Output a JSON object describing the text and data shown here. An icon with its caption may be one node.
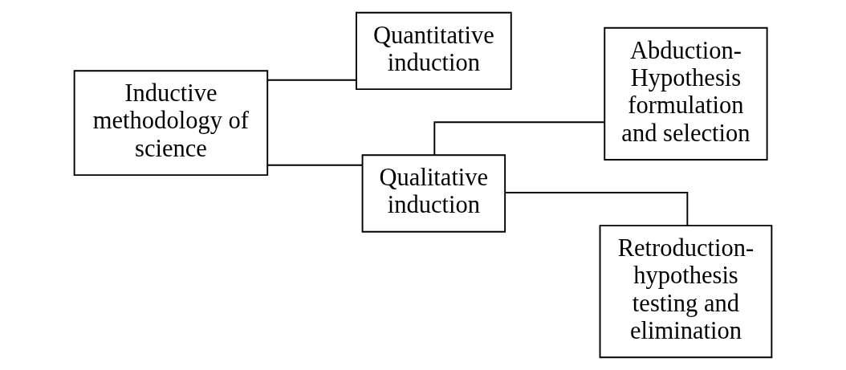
{
  "diagram": {
    "nodes": [
      {
        "text": [
          "Inductive methodology of science"
        ]
      },
      {
        "text": [
          "Quantitative induction"
        ]
      },
      {
        "text": [
          "Qualitative induction"
        ]
      },
      {
        "text": [
          "Abduction- Hypothesis formulation and selection"
        ]
      },
      {
        "text": [
          "Retroduction- hypothesis testing and elimination"
        ]
      }
    ],
    "edges": [
      {
        "from": 0,
        "to": 1,
        "arrow": "none"
      },
      {
        "from": 0,
        "to": 2,
        "arrow": "none"
      },
      {
        "from": 2,
        "to": 3,
        "arrow": "none"
      },
      {
        "from": 2,
        "to": 4,
        "arrow": "none"
      }
    ]
  }
}
